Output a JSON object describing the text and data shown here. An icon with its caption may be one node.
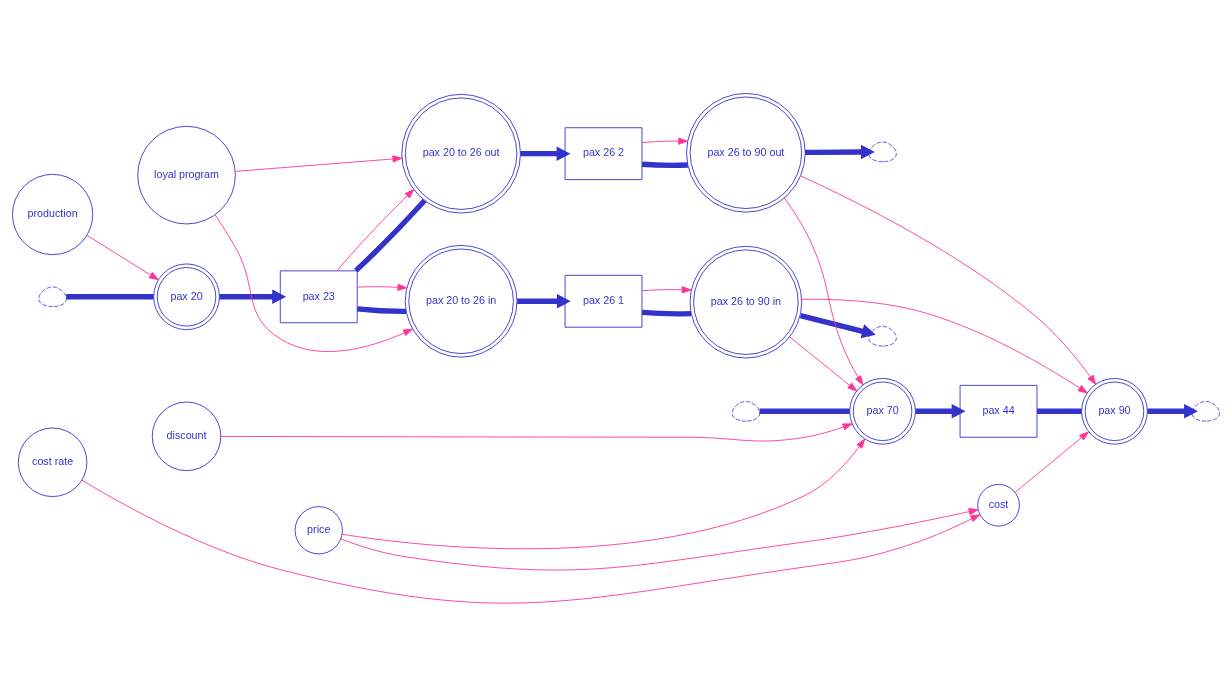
{
  "diagram": {
    "nodes": [
      {
        "text": [],
        "shape": "cloud"
      },
      {
        "text": [
          "pax 20"
        ]
      },
      {
        "text": [
          "production"
        ]
      },
      {
        "text": [
          "pax 23"
        ]
      },
      {
        "text": [
          "pax 20 to 26 in"
        ]
      },
      {
        "text": [
          "pax 26 1"
        ]
      },
      {
        "text": [
          "pax 26 to 90 in"
        ]
      },
      {
        "text": [],
        "shape": "cloud"
      },
      {
        "text": [
          "loyal program"
        ]
      },
      {
        "text": [
          "discount"
        ]
      },
      {
        "text": [],
        "shape": "cloud"
      },
      {
        "text": [
          "pax 70"
        ]
      },
      {
        "text": [
          "pax 44"
        ]
      },
      {
        "text": [
          "pax 90"
        ]
      },
      {
        "text": [],
        "shape": "cloud"
      },
      {
        "text": [
          "price"
        ]
      },
      {
        "text": [
          "cost"
        ]
      },
      {
        "text": [
          "pax 20 to 26 out"
        ]
      },
      {
        "text": [
          "pax 26 2"
        ]
      },
      {
        "text": [
          "pax 26 to 90 out"
        ]
      },
      {
        "text": [],
        "shape": "cloud"
      },
      {
        "text": [
          "cost rate"
        ]
      }
    ],
    "edges": [
      {
        "from": 0,
        "to": 1,
        "arrow": "none",
        "style": "thick",
        "color": "#3333cc"
      },
      {
        "from": 1,
        "to": 3,
        "arrow": "to",
        "style": "thick",
        "color": "#3333cc"
      },
      {
        "from": 3,
        "to": 4,
        "arrow": "none",
        "style": "thick",
        "color": "#3333cc"
      },
      {
        "from": 4,
        "to": 5,
        "arrow": "to",
        "style": "thick",
        "color": "#3333cc"
      },
      {
        "from": 5,
        "to": 6,
        "arrow": "none",
        "style": "thick",
        "color": "#3333cc"
      },
      {
        "from": 6,
        "to": 7,
        "arrow": "to",
        "style": "thick",
        "color": "#3333cc"
      },
      {
        "from": 3,
        "to": 17,
        "arrow": "none",
        "style": "thick",
        "color": "#3333cc"
      },
      {
        "from": 17,
        "to": 18,
        "arrow": "to",
        "style": "thick",
        "color": "#3333cc"
      },
      {
        "from": 18,
        "to": 19,
        "arrow": "none",
        "style": "thick",
        "color": "#3333cc"
      },
      {
        "from": 19,
        "to": 20,
        "arrow": "to",
        "style": "thick",
        "color": "#3333cc"
      },
      {
        "from": 10,
        "to": 11,
        "arrow": "none",
        "style": "thick",
        "color": "#3333cc"
      },
      {
        "from": 11,
        "to": 12,
        "arrow": "to",
        "style": "thick",
        "color": "#3333cc"
      },
      {
        "from": 12,
        "to": 13,
        "arrow": "none",
        "style": "thick",
        "color": "#3333cc"
      },
      {
        "from": 13,
        "to": 14,
        "arrow": "to",
        "style": "thick",
        "color": "#3333cc"
      },
      {
        "from": 2,
        "to": 1,
        "arrow": "to"
      },
      {
        "from": 3,
        "to": 4,
        "arrow": "to"
      },
      {
        "from": 3,
        "to": 17,
        "arrow": "to"
      },
      {
        "from": 8,
        "to": 4,
        "arrow": "to"
      },
      {
        "from": 8,
        "to": 17,
        "arrow": "to"
      },
      {
        "from": 5,
        "to": 6,
        "arrow": "to"
      },
      {
        "from": 6,
        "to": 11,
        "arrow": "to"
      },
      {
        "from": 6,
        "to": 13,
        "arrow": "to"
      },
      {
        "from": 9,
        "to": 11,
        "arrow": "to"
      },
      {
        "from": 15,
        "to": 11,
        "arrow": "to"
      },
      {
        "from": 15,
        "to": 16,
        "arrow": "to"
      },
      {
        "from": 16,
        "to": 13,
        "arrow": "to"
      },
      {
        "from": 21,
        "to": 16,
        "arrow": "to"
      },
      {
        "from": 18,
        "to": 19,
        "arrow": "to"
      },
      {
        "from": 19,
        "to": 11,
        "arrow": "to"
      },
      {
        "from": 19,
        "to": 13,
        "arrow": "to"
      }
    ]
  }
}
